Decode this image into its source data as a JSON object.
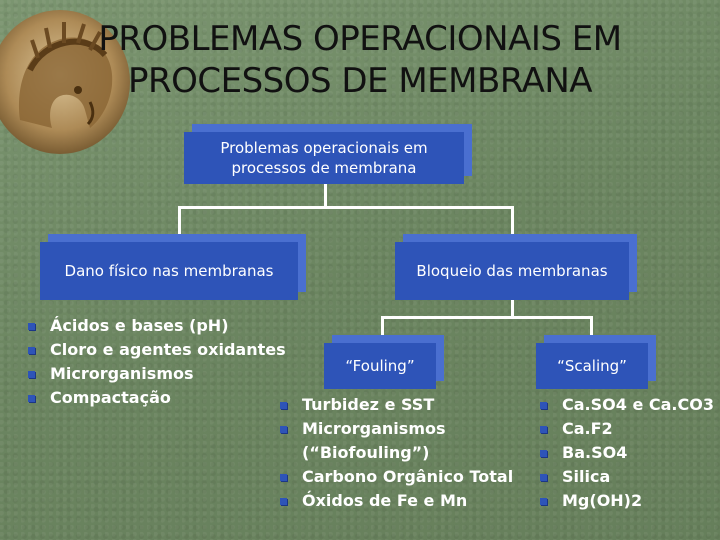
{
  "title": "PROBLEMAS OPERACIONAIS EM PROCESSOS DE MEMBRANA",
  "root": "Problemas operacionais em processos de membrana",
  "branches": {
    "dano": {
      "label": "Dano físico nas membranas",
      "items": [
        "Ácidos e bases (pH)",
        "Cloro e agentes oxidantes",
        "Microrganismos",
        "Compactação"
      ]
    },
    "bloqueio": {
      "label": "Bloqueio das membranas",
      "fouling": {
        "label": "“Fouling”",
        "items": [
          "Turbidez e SST",
          "Microrganismos (“Biofouling”)",
          "Carbono Orgânico Total",
          "Óxidos de Fe e Mn"
        ]
      },
      "scaling": {
        "label": "“Scaling”",
        "items": [
          "Ca.SO4 e Ca.CO3",
          "Ca.F2",
          "Ba.SO4",
          "Silica",
          "Mg(OH)2"
        ]
      }
    }
  },
  "colors": {
    "box": "#2e54b8",
    "background": "#6f8a63",
    "connector": "#ffffff"
  }
}
